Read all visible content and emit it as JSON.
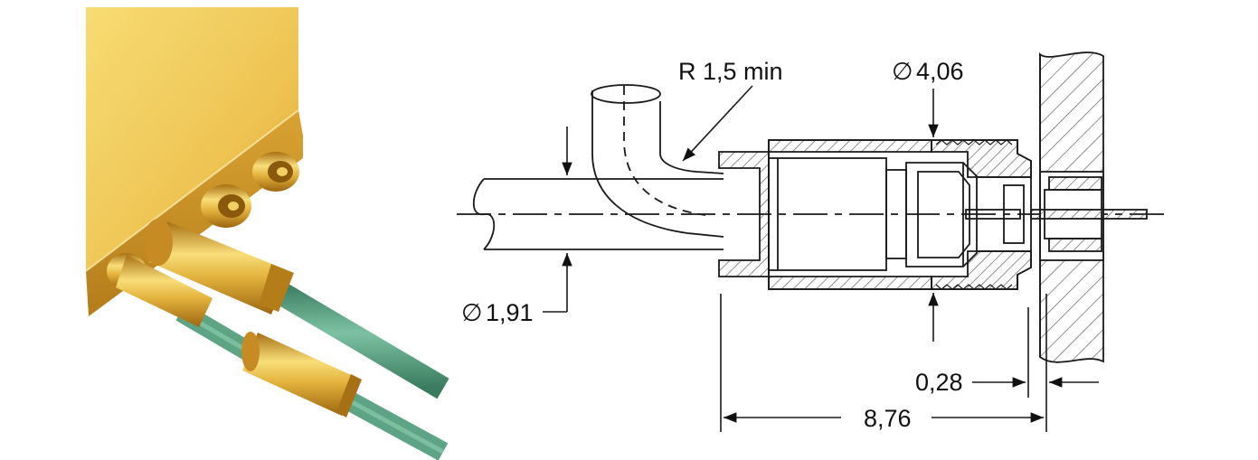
{
  "photo": {
    "colors": {
      "gold_light": "#f6d66a",
      "gold_mid": "#e2b23a",
      "gold_dark": "#b27a17",
      "cable_green": "#63a98a",
      "cable_green_dark": "#3d7d62"
    }
  },
  "drawing": {
    "labels": {
      "bend_radius": "R 1,5 min",
      "outer_diameter": "4,06",
      "cable_diameter": "1,91",
      "gap": "0,28",
      "length": "8,76"
    },
    "symbols": {
      "diameter": "∅"
    },
    "colors": {
      "line": "#1a1a1a",
      "hatch": "#444444"
    }
  }
}
